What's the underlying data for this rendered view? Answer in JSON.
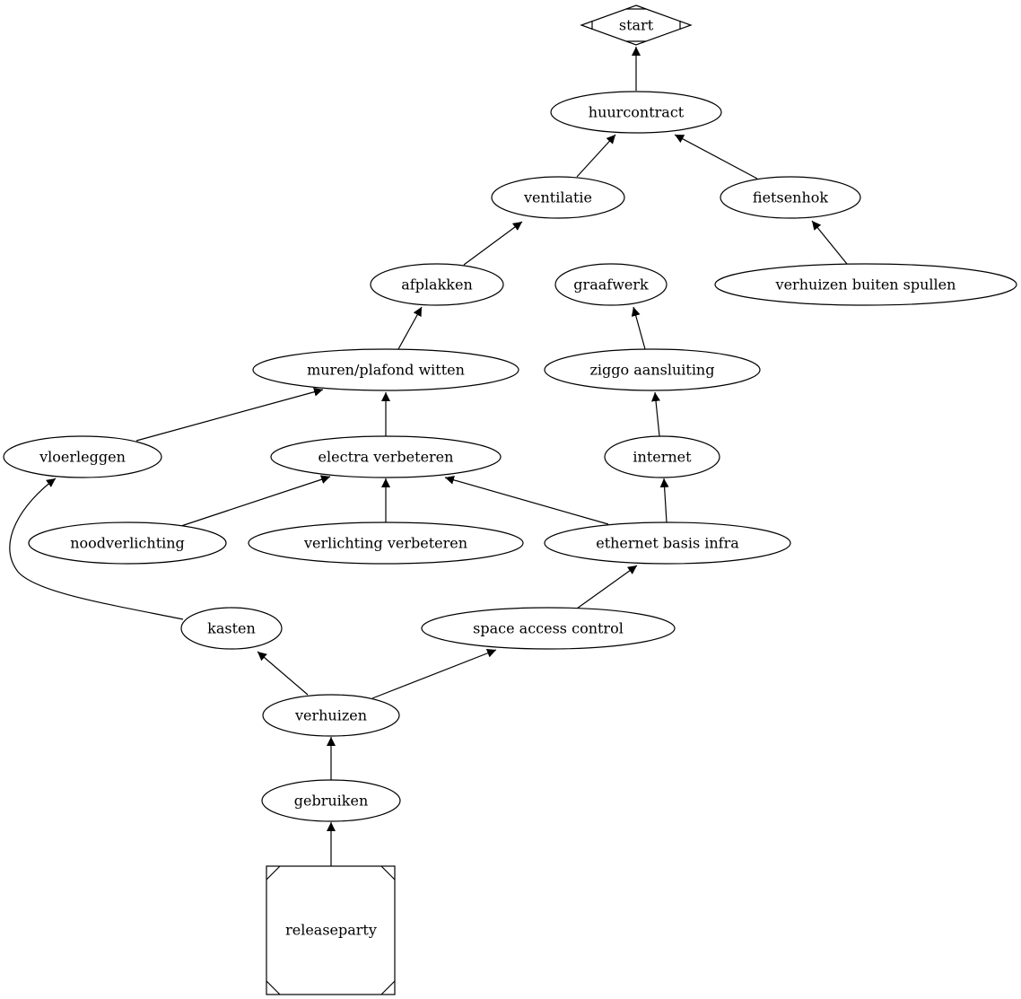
{
  "graph": {
    "nodes": {
      "start": {
        "label": "start",
        "shape": "Mdiamond"
      },
      "huurcontract": {
        "label": "huurcontract"
      },
      "ventilatie": {
        "label": "ventilatie"
      },
      "fietsenhok": {
        "label": "fietsenhok"
      },
      "afplakken": {
        "label": "afplakken"
      },
      "graafwerk": {
        "label": "graafwerk"
      },
      "verhuizen_buiten_spullen": {
        "label": "verhuizen buiten spullen"
      },
      "muren_plafond_witten": {
        "label": "muren/plafond witten"
      },
      "ziggo_aansluiting": {
        "label": "ziggo aansluiting"
      },
      "vloerleggen": {
        "label": "vloerleggen"
      },
      "electra_verbeteren": {
        "label": "electra verbeteren"
      },
      "internet": {
        "label": "internet"
      },
      "noodverlichting": {
        "label": "noodverlichting"
      },
      "verlichting_verbeteren": {
        "label": "verlichting verbeteren"
      },
      "ethernet_basis_infra": {
        "label": "ethernet basis infra"
      },
      "kasten": {
        "label": "kasten"
      },
      "space_access_control": {
        "label": "space access control"
      },
      "verhuizen": {
        "label": "verhuizen"
      },
      "gebruiken": {
        "label": "gebruiken"
      },
      "releaseparty": {
        "label": "releaseparty",
        "shape": "Msquare"
      }
    },
    "edges": [
      {
        "from": "huurcontract",
        "to": "start"
      },
      {
        "from": "ventilatie",
        "to": "huurcontract"
      },
      {
        "from": "fietsenhok",
        "to": "huurcontract"
      },
      {
        "from": "afplakken",
        "to": "ventilatie"
      },
      {
        "from": "verhuizen buiten spullen",
        "to": "fietsenhok"
      },
      {
        "from": "muren/plafond witten",
        "to": "afplakken"
      },
      {
        "from": "ziggo aansluiting",
        "to": "graafwerk"
      },
      {
        "from": "vloerleggen",
        "to": "muren/plafond witten"
      },
      {
        "from": "electra verbeteren",
        "to": "muren/plafond witten"
      },
      {
        "from": "internet",
        "to": "ziggo aansluiting"
      },
      {
        "from": "kasten",
        "to": "vloerleggen"
      },
      {
        "from": "noodverlichting",
        "to": "electra verbeteren"
      },
      {
        "from": "verlichting verbeteren",
        "to": "electra verbeteren"
      },
      {
        "from": "ethernet basis infra",
        "to": "electra verbeteren"
      },
      {
        "from": "ethernet basis infra",
        "to": "internet"
      },
      {
        "from": "space access control",
        "to": "ethernet basis infra"
      },
      {
        "from": "verhuizen",
        "to": "kasten"
      },
      {
        "from": "verhuizen",
        "to": "space access control"
      },
      {
        "from": "gebruiken",
        "to": "verhuizen"
      },
      {
        "from": "releaseparty",
        "to": "gebruiken"
      }
    ]
  }
}
